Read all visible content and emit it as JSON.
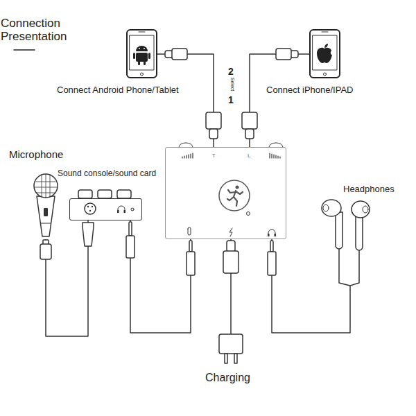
{
  "diagram": {
    "title": "Connection Presentation",
    "nodes": [
      {
        "text": [
          "Connect Android Phone/Tablet"
        ]
      },
      {
        "text": [
          "Connect iPhone/IPAD"
        ]
      },
      {
        "text": [
          "T",
          "L"
        ]
      },
      {
        "text": [
          "Microphone"
        ]
      },
      {
        "text": [
          "Sound console/sound card"
        ]
      },
      {
        "text": [
          "Headphones"
        ]
      },
      {
        "text": [
          "Charging"
        ]
      }
    ],
    "edges": [
      {
        "from": 0,
        "to": 2,
        "arrow": "none"
      },
      {
        "from": 1,
        "to": 2,
        "arrow": "none"
      },
      {
        "from": 3,
        "to": 4,
        "arrow": "none"
      },
      {
        "from": 4,
        "to": 2,
        "arrow": "none"
      },
      {
        "from": 2,
        "to": 5,
        "arrow": "none"
      },
      {
        "from": 6,
        "to": 2,
        "arrow": "none"
      }
    ],
    "labels": [
      "2",
      "Select",
      "1"
    ]
  }
}
